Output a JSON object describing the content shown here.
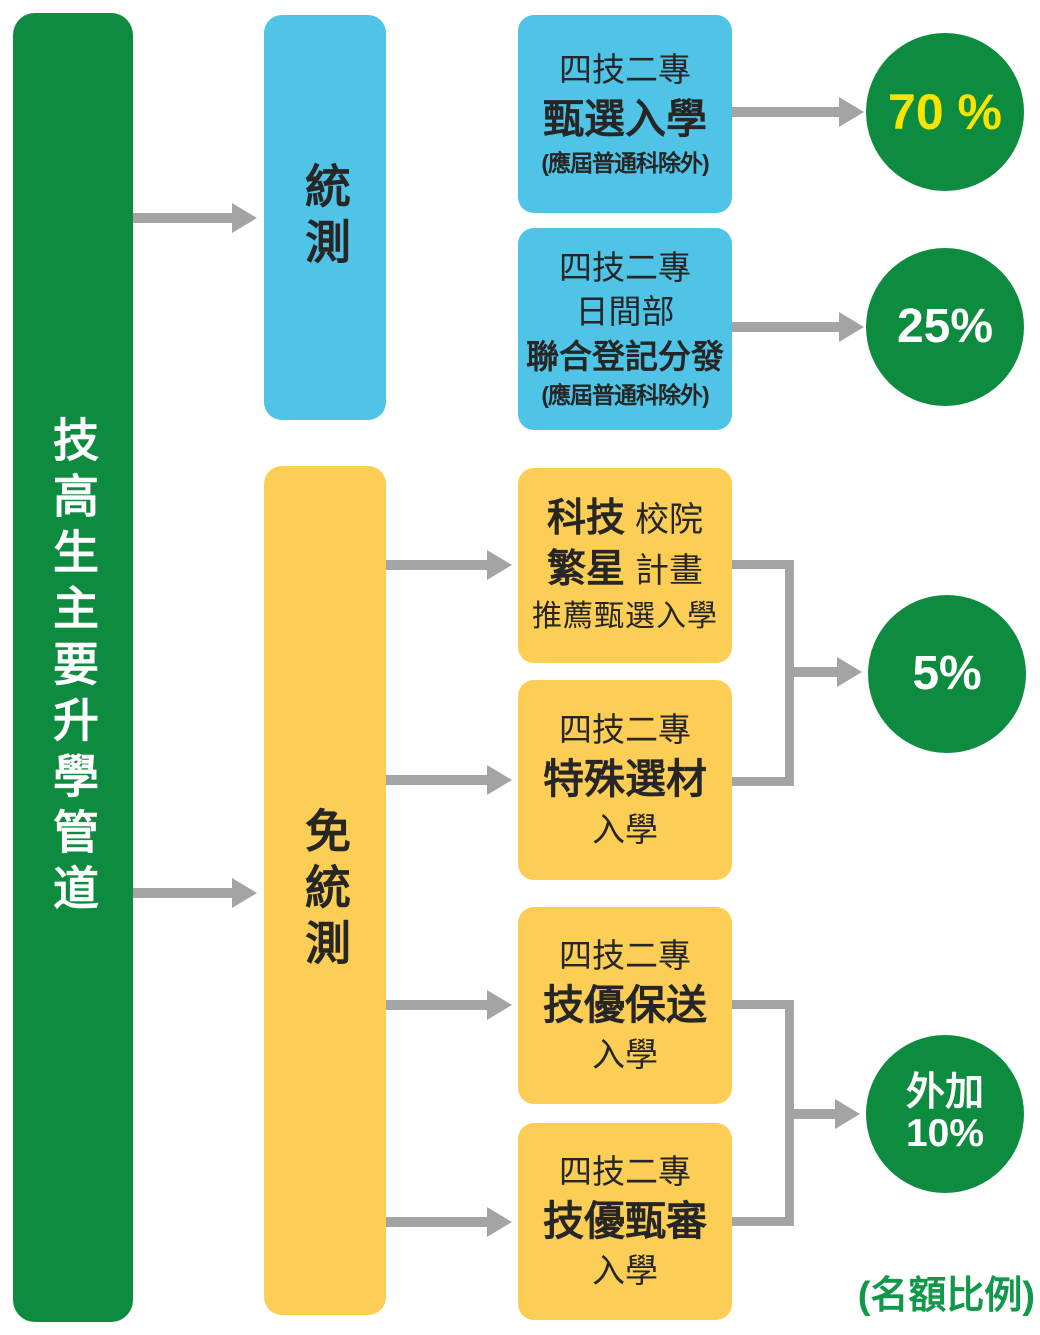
{
  "palette": {
    "green": "#0d8c3f",
    "blue": "#4fc4e7",
    "yellow": "#fdce55",
    "arrow_gray": "#a4a4a4",
    "text_ink": "#262626",
    "quota_text_yellow": "#f8e400",
    "quota_text_white": "#ffffff",
    "footnote_green": "#12984a"
  },
  "root": {
    "label": "技高生主要升學管道"
  },
  "branches": {
    "exam": {
      "label": "統測"
    },
    "no_exam": {
      "label": "免統測"
    }
  },
  "pathways": [
    {
      "top": "四技二專",
      "main": "甄選入學",
      "note": "(應屆普通科除外)"
    },
    {
      "top": "四技二專",
      "top2": "日間部",
      "main": "聯合登記分發",
      "note": "(應屆普通科除外)"
    },
    {
      "bold1": "科技",
      "light1": "校院",
      "bold2": "繁星",
      "light2": "計畫",
      "sub": "推薦甄選入學"
    },
    {
      "top": "四技二專",
      "main": "特殊選材",
      "bottom": "入學"
    },
    {
      "top": "四技二專",
      "main": "技優保送",
      "bottom": "入學"
    },
    {
      "top": "四技二專",
      "main": "技優甄審",
      "bottom": "入學"
    }
  ],
  "quotas": [
    {
      "value": "70 %",
      "style": "yellow-on-green"
    },
    {
      "value": "25%",
      "style": "white-on-green"
    },
    {
      "value": "5%",
      "style": "white-on-green"
    },
    {
      "line1": "外加",
      "line2": "10%",
      "style": "white-on-green"
    }
  ],
  "footnote": "(名額比例)"
}
